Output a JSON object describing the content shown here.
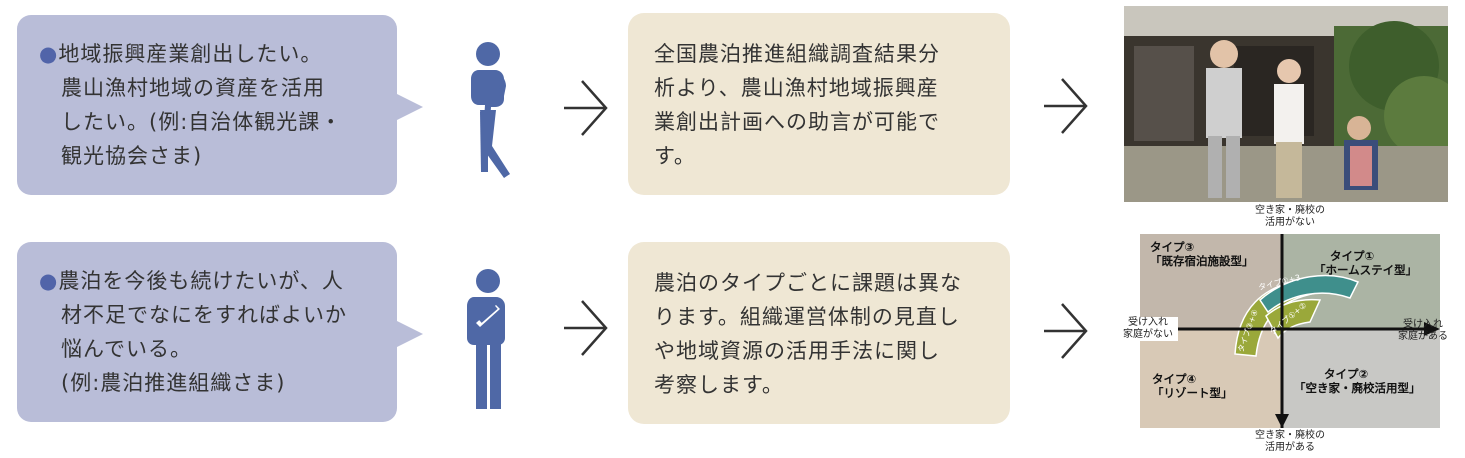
{
  "rows": [
    {
      "bubble_lines": [
        "地域振興産業創出したい。",
        "農山漁村地域の資産を活用",
        "したい。(例:自治体観光課・",
        "観光協会さま)"
      ],
      "info_lines": [
        "全国農泊推進組織調査結果分",
        "析より、農山漁村地域振興産",
        "業創出計画への助言が可能で",
        "す。"
      ]
    },
    {
      "bubble_lines": [
        "農泊を今後も続けたいが、人",
        "材不足でなにをすればよいか",
        "悩んでいる。",
        "(例:農泊推進組織さま)"
      ],
      "info_lines": [
        "農泊のタイプごとに課題は異な",
        "ります。組織運営体制の見直し",
        "や地域資源の活用手法に関し",
        "考察します。"
      ]
    }
  ],
  "bullet": "●",
  "matrix": {
    "top_label": [
      "空き家・廃校の",
      "活用がない"
    ],
    "bottom_label": [
      "空き家・廃校の",
      "活用がある"
    ],
    "left_label": [
      "受け入れ",
      "家庭がない"
    ],
    "right_label": [
      "受け入れ",
      "家庭がある"
    ],
    "type1": [
      "タイプ①",
      "「ホームステイ型」"
    ],
    "type2": [
      "タイプ②",
      "「空き家・廃校活用型」"
    ],
    "type3": [
      "タイプ③",
      "「既存宿泊施設型」"
    ],
    "type4": [
      "タイプ④",
      "「リゾート型」"
    ],
    "arc_labels": [
      "タイプ①+3",
      "タイプ①+②",
      "タイプ③+④"
    ]
  },
  "colors": {
    "bubble": "#b9bdd8",
    "info": "#efe7d4",
    "person": "#4f68a6",
    "arc_teal": "#3f8f8c",
    "arc_olive": "#9aa83a"
  }
}
